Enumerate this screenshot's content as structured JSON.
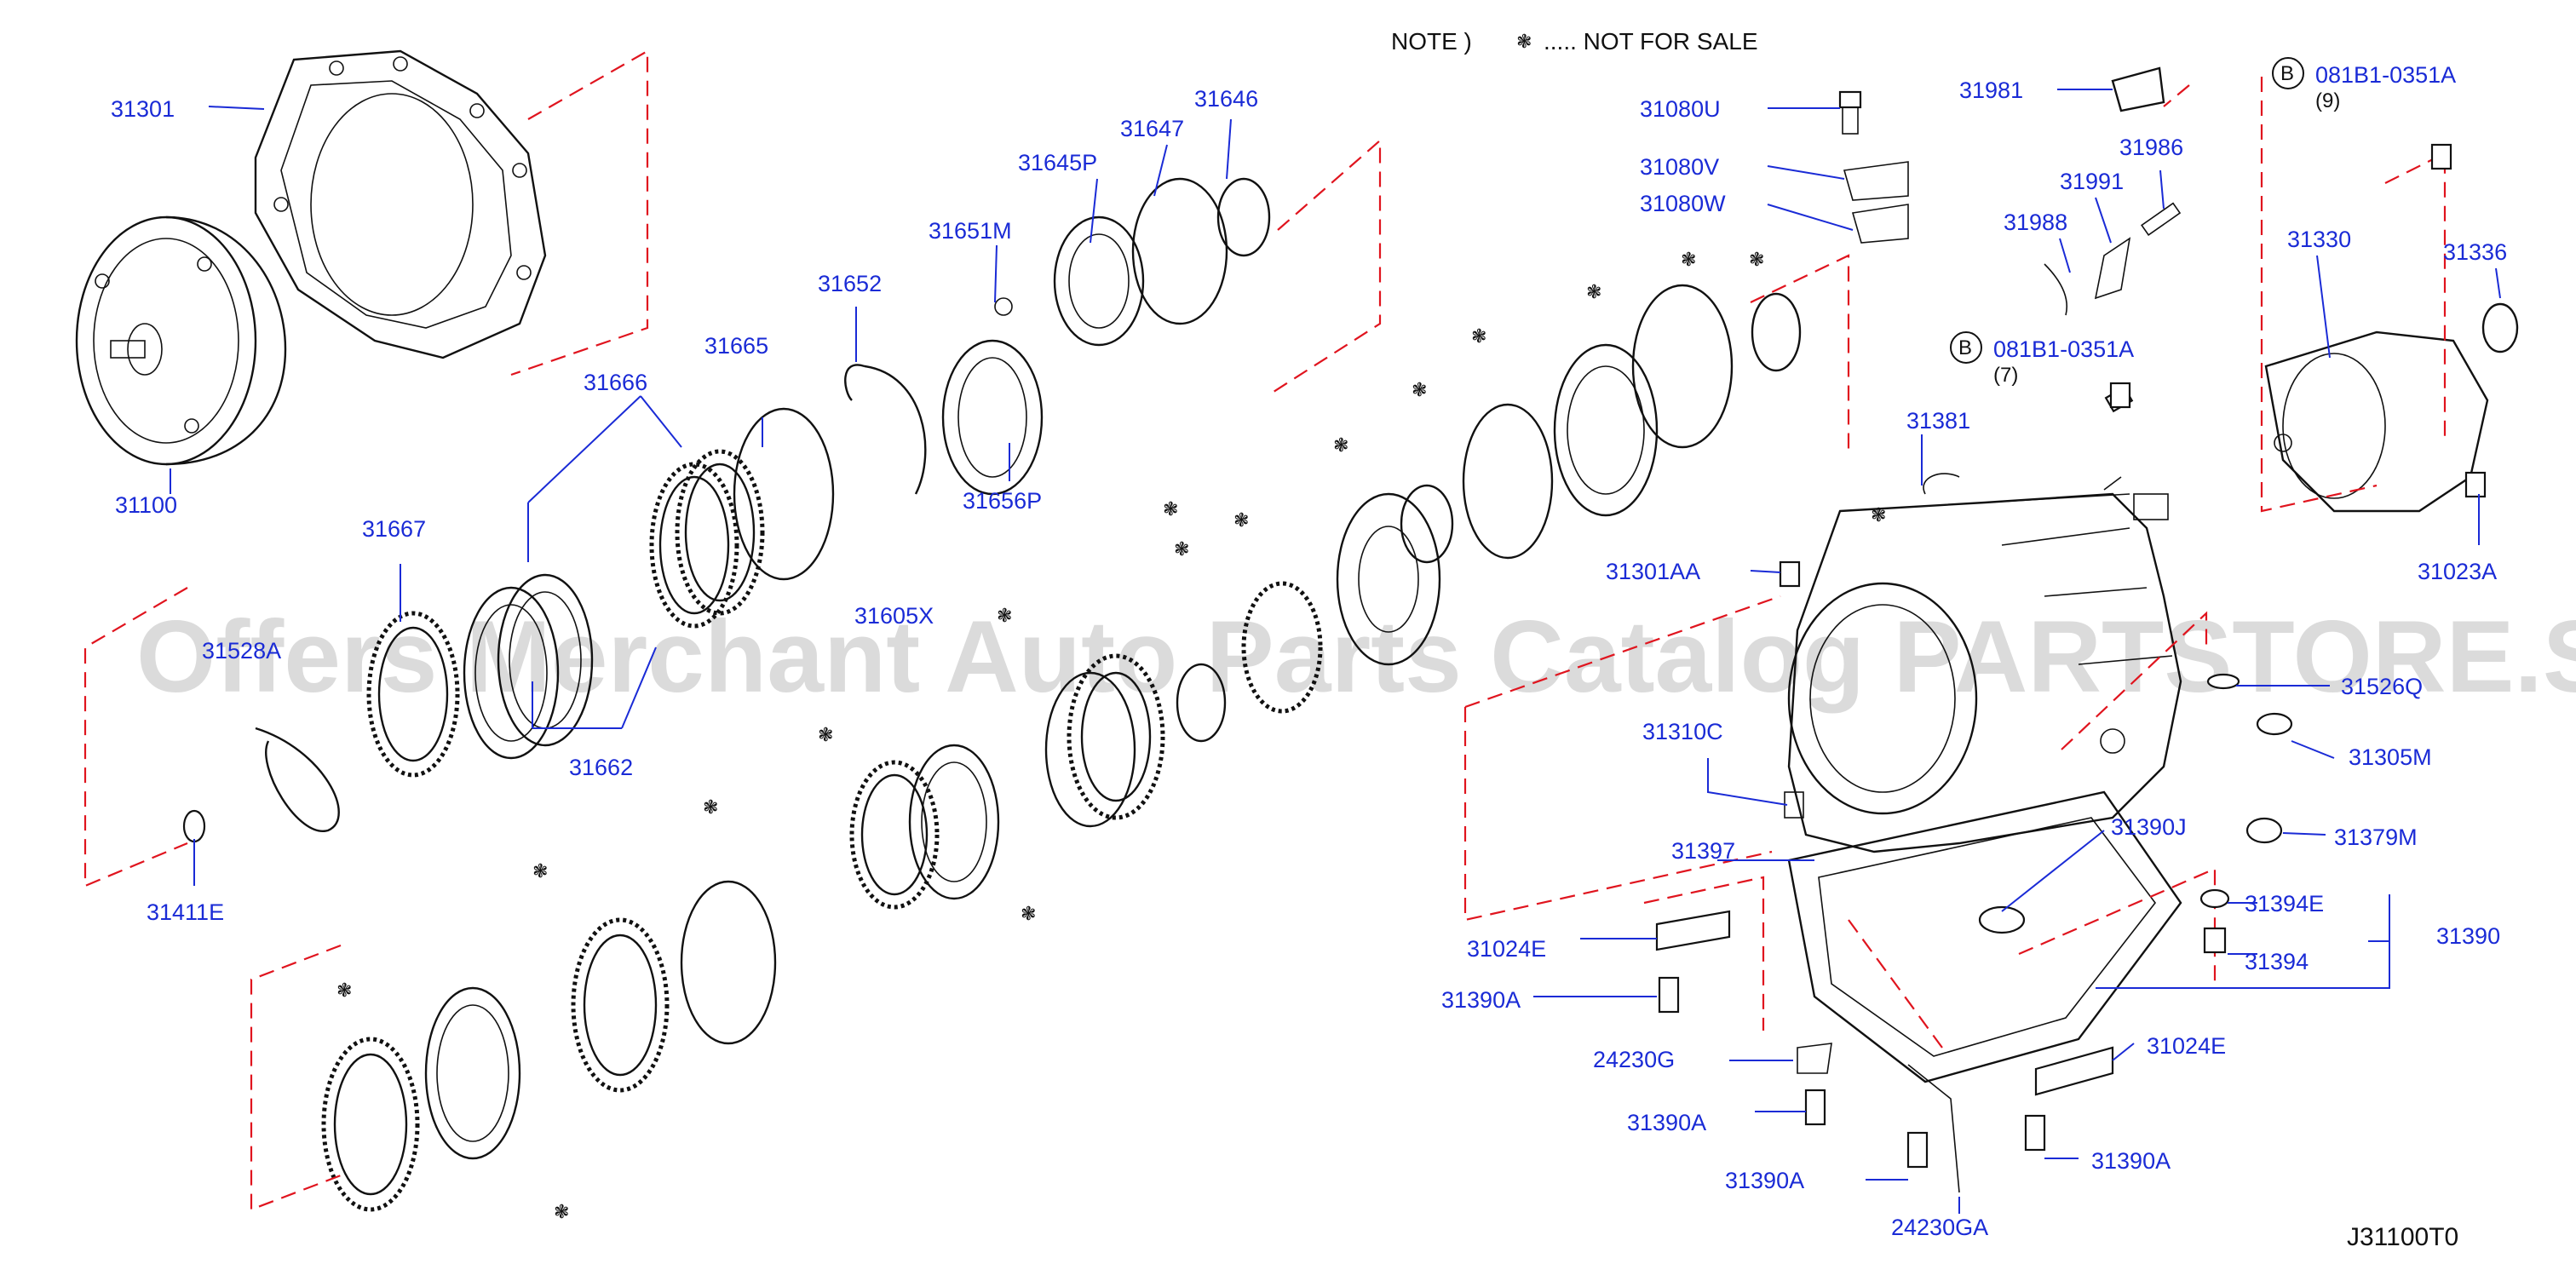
{
  "note": {
    "prefix": "NOTE )",
    "symbol": "❃",
    "text": "..... NOT FOR SALE"
  },
  "watermark": "Offers Merchant Auto Parts Catalog PARTSTORE.SA",
  "diagram_code": "J31100T0",
  "bolt_refs": [
    {
      "circle": "B",
      "code": "081B1-0351A",
      "qty": "(9)"
    },
    {
      "circle": "B",
      "code": "081B1-0351A",
      "qty": "(7)"
    }
  ],
  "labels": {
    "l31301": "31301",
    "l31100": "31100",
    "l31666": "31666",
    "l31665": "31665",
    "l31652": "31652",
    "l31651M": "31651M",
    "l31645P": "31645P",
    "l31647": "31647",
    "l31646": "31646",
    "l31656P": "31656P",
    "l31667": "31667",
    "l31662": "31662",
    "l31528A": "31528A",
    "l31411E": "31411E",
    "l31605X": "31605X",
    "l31080U": "31080U",
    "l31080V": "31080V",
    "l31080W": "31080W",
    "l31981": "31981",
    "l31986": "31986",
    "l31991": "31991",
    "l31988": "31988",
    "l31330": "31330",
    "l31336": "31336",
    "l31381": "31381",
    "l31301AA": "31301AA",
    "l31023A": "31023A",
    "l31526Q": "31526Q",
    "l31305M": "31305M",
    "l31310C": "31310C",
    "l31379M": "31379M",
    "l31390J": "31390J",
    "l31397": "31397",
    "l31394E": "31394E",
    "l31390": "31390",
    "l31394": "31394",
    "l31024E_a": "31024E",
    "l31024E_b": "31024E",
    "l31390A_a": "31390A",
    "l31390A_b": "31390A",
    "l31390A_c": "31390A",
    "l31390A_d": "31390A",
    "l24230G": "24230G",
    "l24230GA": "24230GA"
  }
}
